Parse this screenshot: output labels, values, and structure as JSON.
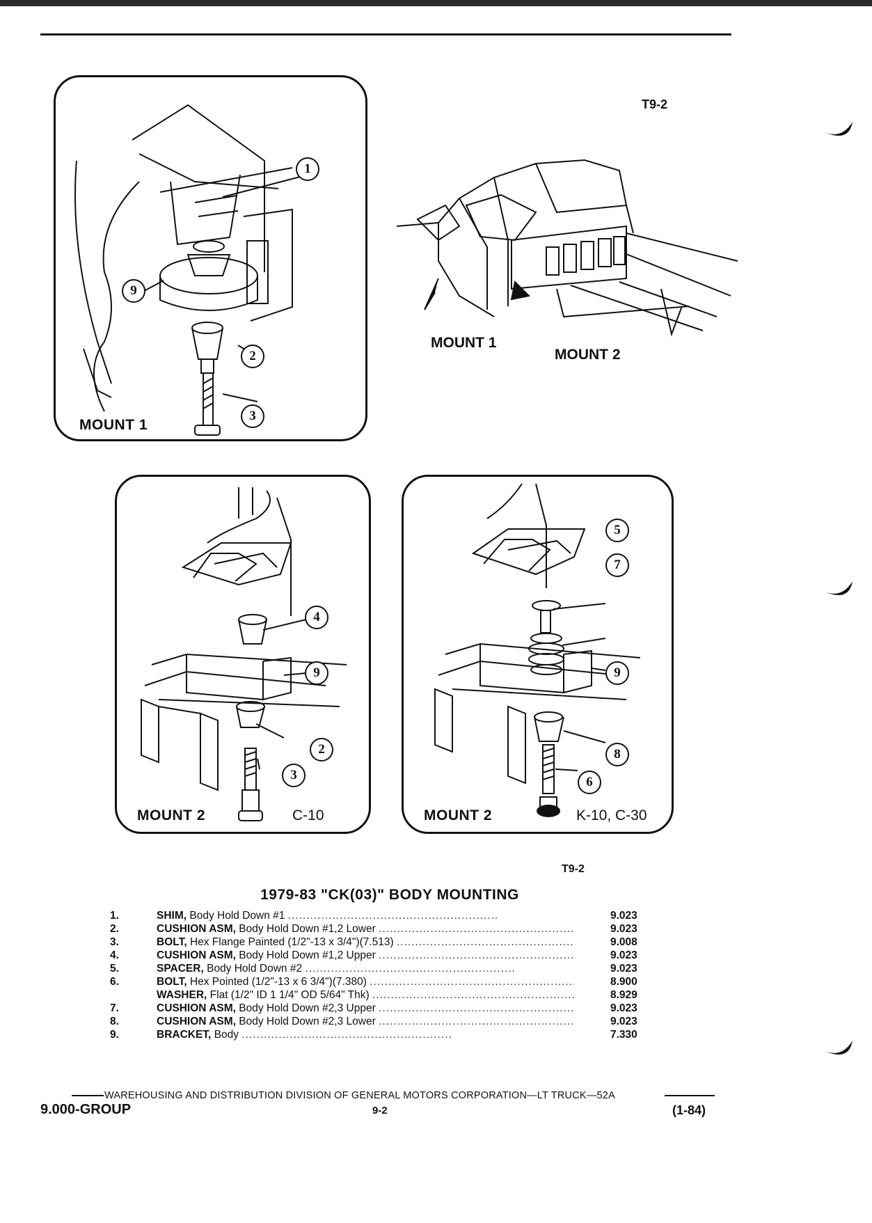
{
  "figure_code_top": "T9-2",
  "figure_code_bottom": "T9-2",
  "panels": {
    "mount1_detail": {
      "label": "MOUNT 1",
      "callouts": [
        "1",
        "9",
        "2",
        "3"
      ]
    },
    "mount2_c10": {
      "label": "MOUNT 2",
      "model": "C-10",
      "callouts": [
        "4",
        "9",
        "2",
        "3"
      ]
    },
    "mount2_k10": {
      "label": "MOUNT 2",
      "model": "K-10, C-30",
      "callouts": [
        "5",
        "7",
        "9",
        "8",
        "6"
      ]
    }
  },
  "truck_overview": {
    "mount1_label": "MOUNT 1",
    "mount2_label": "MOUNT 2"
  },
  "parts_list": {
    "title": "1979-83 \"CK(03)\" BODY MOUNTING",
    "items": [
      {
        "num": "1.",
        "name": "SHIM,",
        "desc": "Body Hold Down #1",
        "code": "9.023"
      },
      {
        "num": "2.",
        "name": "CUSHION ASM,",
        "desc": "Body Hold Down #1,2 Lower",
        "code": "9.023"
      },
      {
        "num": "3.",
        "name": "BOLT,",
        "desc": "Hex Flange Painted (1/2\"-13 x 3/4\")(7.513)",
        "code": "9.008"
      },
      {
        "num": "4.",
        "name": "CUSHION ASM,",
        "desc": "Body Hold Down #1,2 Upper",
        "code": "9.023"
      },
      {
        "num": "5.",
        "name": "SPACER,",
        "desc": "Body Hold Down #2",
        "code": "9.023"
      },
      {
        "num": "6.",
        "name": "BOLT,",
        "desc": "Hex Pointed (1/2\"-13 x 6 3/4\")(7.380)",
        "code": "8.900"
      },
      {
        "num": "",
        "name": "WASHER,",
        "desc": "Flat (1/2\" ID 1 1/4\" OD 5/64\" Thk)",
        "code": "8.929"
      },
      {
        "num": "7.",
        "name": "CUSHION ASM,",
        "desc": "Body Hold Down #2,3 Upper",
        "code": "9.023"
      },
      {
        "num": "8.",
        "name": "CUSHION ASM,",
        "desc": "Body Hold Down #2,3 Lower",
        "code": "9.023"
      },
      {
        "num": "9.",
        "name": "BRACKET,",
        "desc": "Body",
        "code": "7.330"
      }
    ]
  },
  "footer": {
    "division": "WAREHOUSING AND DISTRIBUTION DIVISION OF GENERAL MOTORS CORPORATION—LT TRUCK—52A",
    "group": "9.000-GROUP",
    "page": "9-2",
    "date": "(1-84)"
  }
}
